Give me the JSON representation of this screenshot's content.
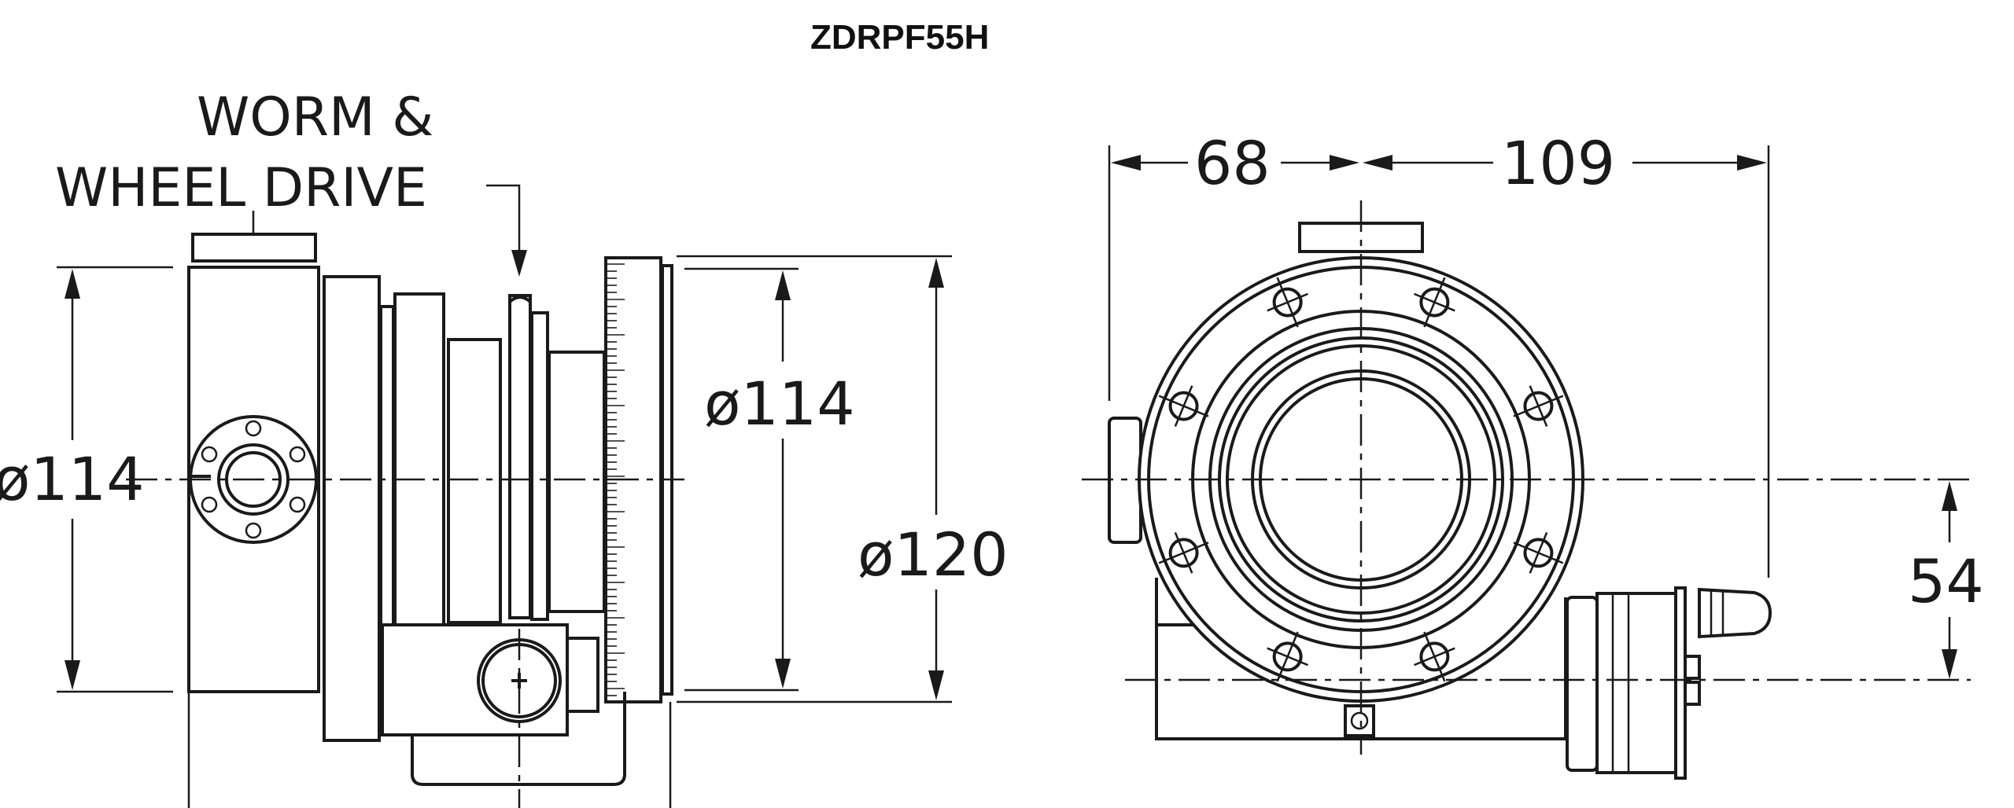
{
  "title": "ZDRPF55H",
  "callout": {
    "line1": "WORM  &",
    "line2": "WHEEL DRIVE"
  },
  "dims": {
    "body_dia": "ø114",
    "bore_dia": "ø114",
    "flange_dia": "ø120",
    "width_left": "68",
    "width_right": "109",
    "offset": "54"
  }
}
